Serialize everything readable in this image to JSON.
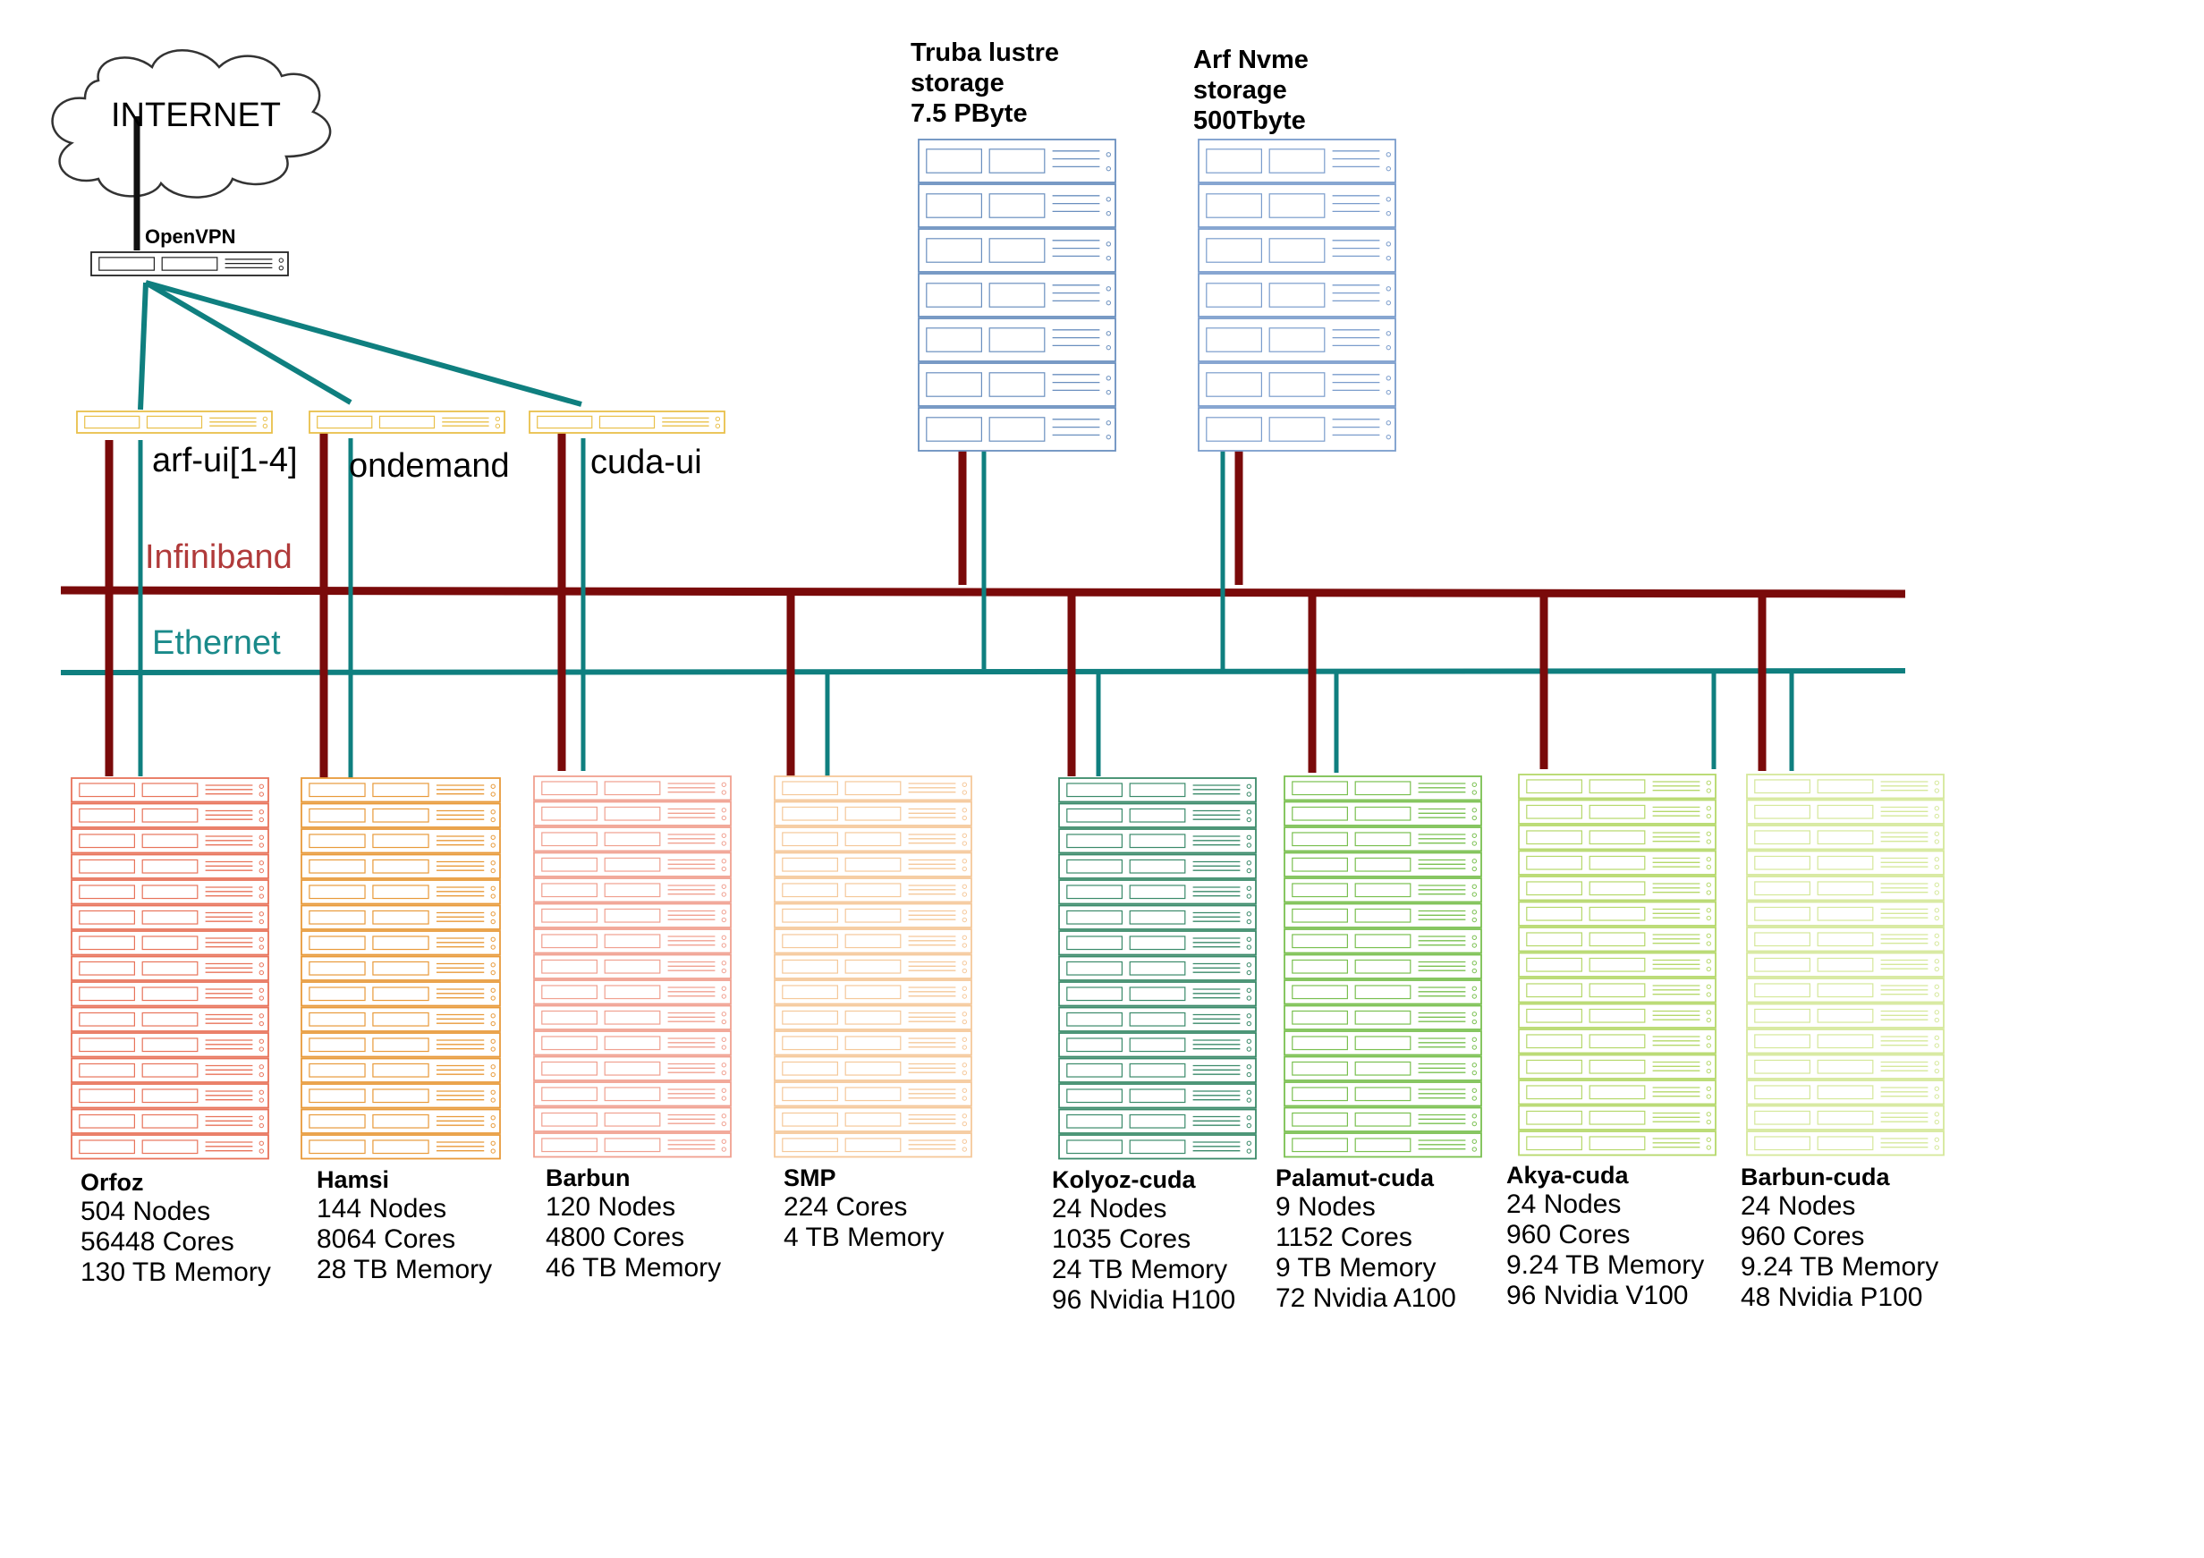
{
  "internet": {
    "label": "INTERNET"
  },
  "vpn": {
    "label": "OpenVPN"
  },
  "login_nodes": [
    {
      "label": "arf-ui[1-4]"
    },
    {
      "label": "ondemand"
    },
    {
      "label": "cuda-ui"
    }
  ],
  "networks": {
    "infiniband": {
      "label": "Infiniband",
      "color": "#7a0a0a"
    },
    "ethernet": {
      "label": "Ethernet",
      "color": "#0f7f7f"
    }
  },
  "storage": [
    {
      "title_lines": [
        "Truba lustre",
        "storage",
        "7.5 PByte"
      ],
      "color": "#6a8fbf"
    },
    {
      "title_lines": [
        "Arf Nvme",
        "storage",
        "500Tbyte"
      ],
      "color": "#7a9ccc"
    }
  ],
  "clusters": [
    {
      "name": "Orfoz",
      "lines": [
        "504 Nodes",
        "56448 Cores",
        "130 TB Memory"
      ],
      "color": "#e8735a"
    },
    {
      "name": "Hamsi",
      "lines": [
        "144 Nodes",
        "8064 Cores",
        "28 TB Memory"
      ],
      "color": "#e89a3a"
    },
    {
      "name": "Barbun",
      "lines": [
        "120 Nodes",
        "4800 Cores",
        "46 TB Memory"
      ],
      "color": "#f0a090"
    },
    {
      "name": "SMP",
      "lines": [
        "224 Cores",
        "4 TB Memory"
      ],
      "color": "#f5c89a"
    },
    {
      "name": "Kolyoz-cuda",
      "lines": [
        "24 Nodes",
        "1035 Cores",
        "24 TB Memory",
        "96 Nvidia H100"
      ],
      "color": "#3a8a6a"
    },
    {
      "name": "Palamut-cuda",
      "lines": [
        "9 Nodes",
        "1152 Cores",
        "9 TB Memory",
        "72 Nvidia A100"
      ],
      "color": "#7ac050"
    },
    {
      "name": "Akya-cuda",
      "lines": [
        "24 Nodes",
        "960 Cores",
        "9.24 TB Memory",
        "96 Nvidia V100"
      ],
      "color": "#b5d86a"
    },
    {
      "name": "Barbun-cuda",
      "lines": [
        "24 Nodes",
        "960 Cores",
        "9.24 TB Memory",
        "48 Nvidia P100"
      ],
      "color": "#d5e89a"
    }
  ]
}
